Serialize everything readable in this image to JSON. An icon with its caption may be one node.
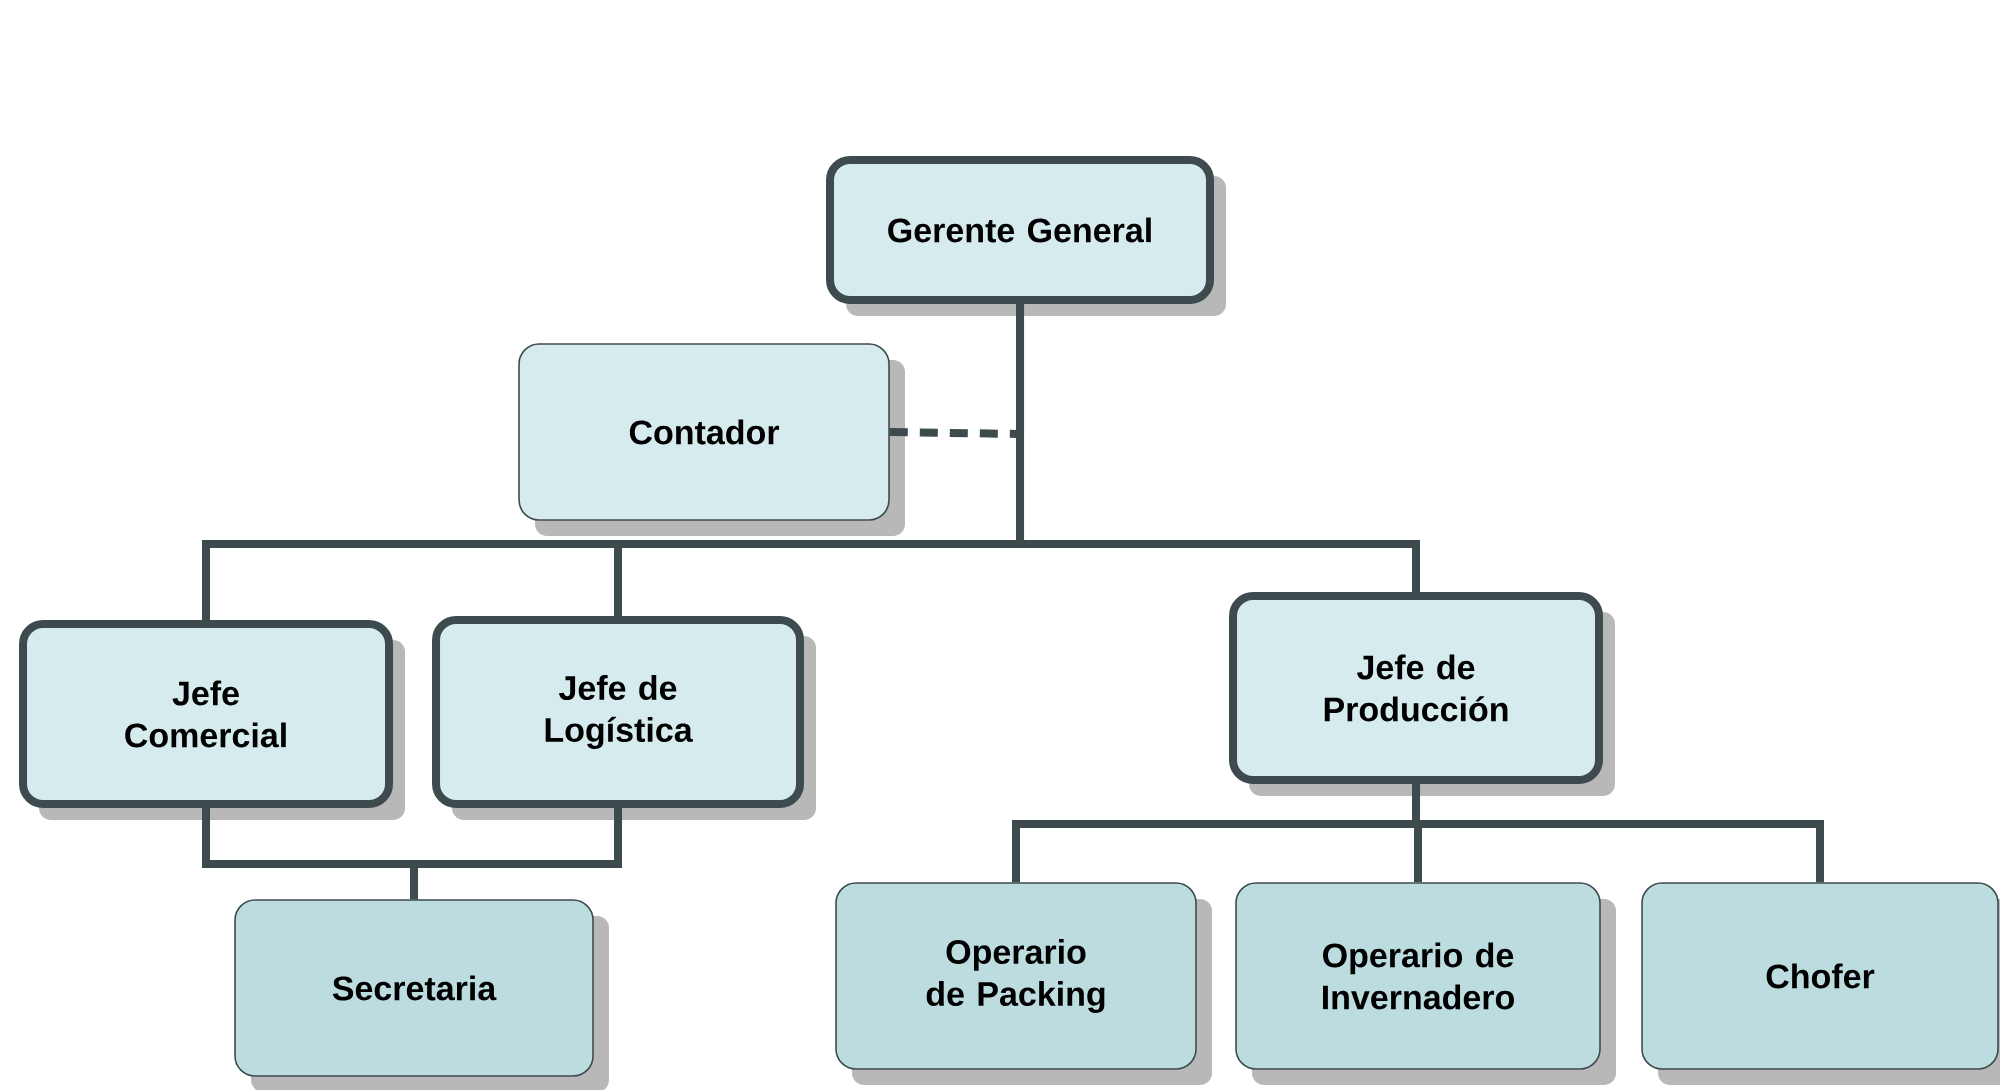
{
  "diagram": {
    "nodes": [
      {
        "text": [
          "Gerente General"
        ]
      },
      {
        "text": [
          "Contador"
        ]
      },
      {
        "text": [
          "Jefe Comercial"
        ]
      },
      {
        "text": [
          "Jefe de Logística"
        ]
      },
      {
        "text": [
          "Jefe de Producción"
        ]
      },
      {
        "text": [
          "Secretaria"
        ]
      },
      {
        "text": [
          "Operario de Packing"
        ]
      },
      {
        "text": [
          "Operario de Invernadero"
        ]
      },
      {
        "text": [
          "Chofer"
        ]
      }
    ],
    "edges": [
      {
        "from": 0,
        "to": 1,
        "arrow": "none",
        "style": "dashed"
      },
      {
        "from": 0,
        "to": 2,
        "arrow": "none"
      },
      {
        "from": 0,
        "to": 3,
        "arrow": "none"
      },
      {
        "from": 0,
        "to": 4,
        "arrow": "none"
      },
      {
        "from": 2,
        "to": 5,
        "arrow": "none"
      },
      {
        "from": 3,
        "to": 5,
        "arrow": "none"
      },
      {
        "from": 4,
        "to": 6,
        "arrow": "none"
      },
      {
        "from": 4,
        "to": 7,
        "arrow": "none"
      },
      {
        "from": 4,
        "to": 8,
        "arrow": "none"
      }
    ]
  }
}
